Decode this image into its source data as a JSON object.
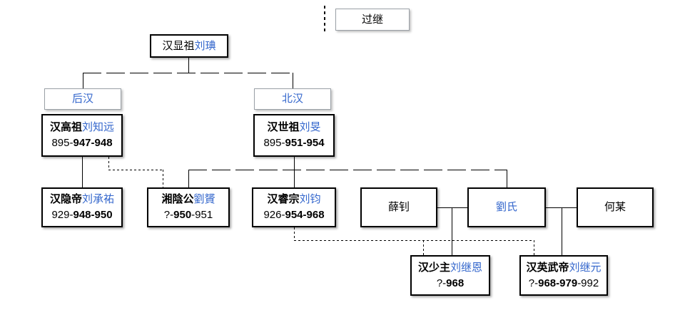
{
  "colors": {
    "link_blue": "#3366cc",
    "line_black": "#000000",
    "border_strong": "#000000",
    "border_light": "#9aa0a6",
    "background": "#ffffff"
  },
  "legend": {
    "label": "过继"
  },
  "tree": {
    "xianzu": {
      "title": "汉显祖",
      "name": "刘琠"
    },
    "houhan": {
      "label": "后汉"
    },
    "beihan": {
      "label": "北汉"
    },
    "gaozu": {
      "title": "汉高祖",
      "name": "刘知远",
      "years_pre": "895-",
      "years_reign": "947-948",
      "years_post": ""
    },
    "shizu": {
      "title": "汉世祖",
      "name": "刘旻",
      "years_pre": "895-",
      "years_reign": "951-954",
      "years_post": ""
    },
    "yindi": {
      "title": "汉隐帝",
      "name": "刘承祐",
      "years_pre": "929-",
      "years_reign": "948-950",
      "years_post": ""
    },
    "xiangyin": {
      "title": "湘陰公",
      "name": "劉贇",
      "years_pre": "?-",
      "years_reign": "950",
      "years_post": "-951"
    },
    "ruizong": {
      "title": "汉睿宗",
      "name": "刘钧",
      "years_pre": "926-",
      "years_reign": "954-968",
      "years_post": ""
    },
    "xuezhao": {
      "name": "薛钊"
    },
    "liushi": {
      "name": "劉氏"
    },
    "hemou": {
      "name": "何某"
    },
    "shaozhu": {
      "title": "汉少主",
      "name": "刘继恩",
      "years_pre": "?-",
      "years_reign": "968",
      "years_post": ""
    },
    "yingwudi": {
      "title": "汉英武帝",
      "name": "刘继元",
      "years_pre": "?-",
      "years_reign": "968-979",
      "years_post": "-992"
    }
  }
}
